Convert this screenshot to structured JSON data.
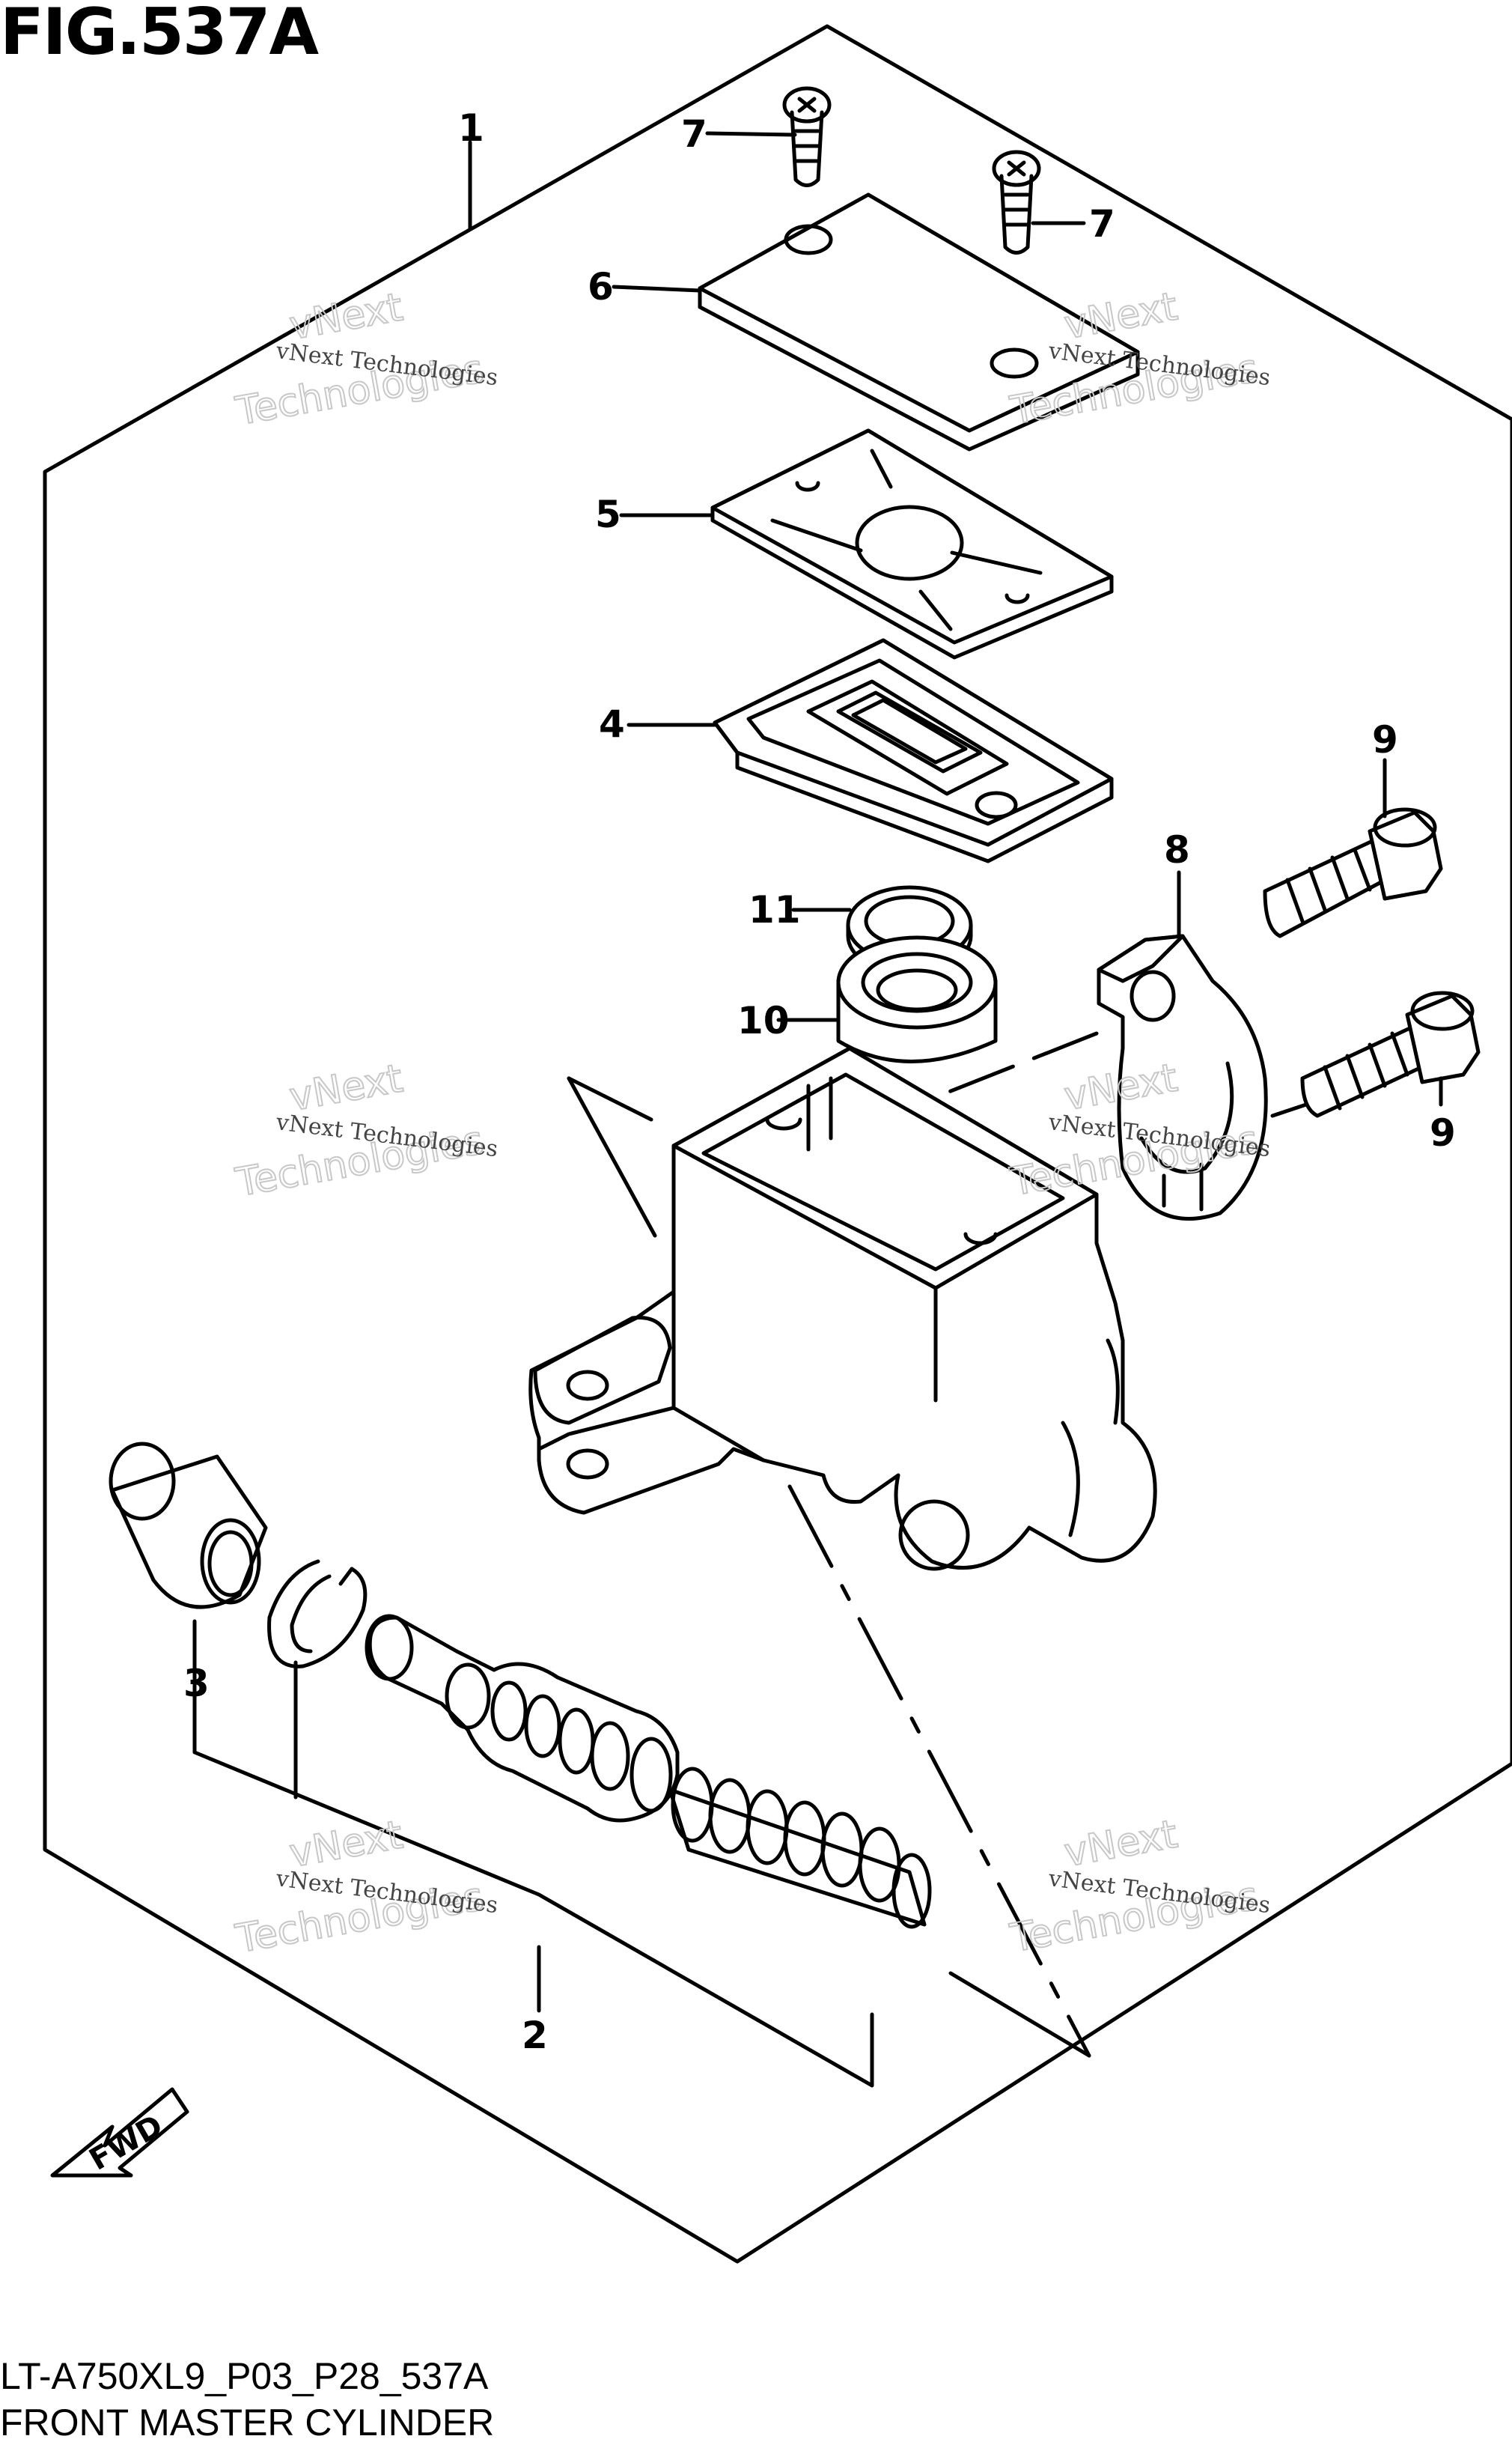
{
  "figure": {
    "title": "FIG.537A",
    "code": "LT-A750XL9_P03_P28_537A",
    "name": "FRONT MASTER CYLINDER"
  },
  "callouts": {
    "c1": "1",
    "c2": "2",
    "c3": "3",
    "c4": "4",
    "c5": "5",
    "c6": "6",
    "c7a": "7",
    "c7b": "7",
    "c8": "8",
    "c9a": "9",
    "c9b": "9",
    "c10": "10",
    "c11": "11"
  },
  "direction_marker": "FWD",
  "watermark": {
    "line1": "vNext Technologies",
    "line2": "vNext",
    "line3": "Technologies"
  },
  "colors": {
    "ink": "#000000",
    "paper": "#ffffff",
    "watermark": "#c8c8c8"
  }
}
